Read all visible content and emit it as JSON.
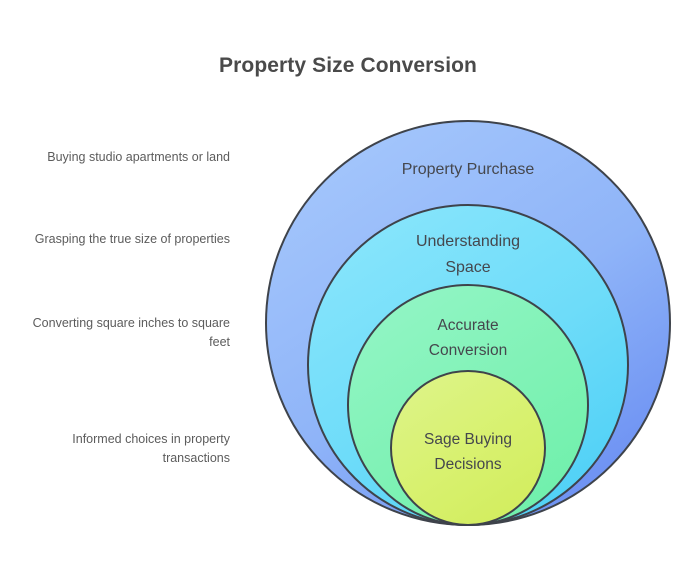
{
  "title": "Property Size Conversion",
  "theme": {
    "background": "#ffffff",
    "title_color": "#4a4a4a",
    "label_color": "#5c5c5c",
    "ring_label_color": "#45474d",
    "stroke_color": "#3e434b"
  },
  "side_labels": [
    {
      "text": "Buying studio apartments or land"
    },
    {
      "text": "Grasping the true size of properties"
    },
    {
      "text": "Converting square inches to square feet"
    },
    {
      "text": "Informed choices in property transactions"
    }
  ],
  "chart_data": {
    "type": "pie",
    "title": "Property Size Conversion",
    "legend_position": "left",
    "rings": [
      {
        "label": "Property Purchase",
        "level": 1,
        "radius": 202,
        "fill_top": "#9fc2fb",
        "fill_bottom": "#6c90f2",
        "annotation": "Buying studio apartments or land"
      },
      {
        "label": "Understanding Space",
        "level": 2,
        "radius": 160,
        "fill_top": "#85e3fb",
        "fill_bottom": "#51d2f6",
        "annotation": "Grasping the true size of properties"
      },
      {
        "label": "Accurate Conversion",
        "level": 3,
        "radius": 120,
        "fill_top": "#8df3c0",
        "fill_bottom": "#72f0ae",
        "annotation": "Converting square inches to square feet"
      },
      {
        "label": "Sage Buying Decisions",
        "level": 4,
        "radius": 77,
        "fill_top": "#dcf383",
        "fill_bottom": "#d4ee63",
        "annotation": "Informed choices in property transactions"
      }
    ]
  },
  "ring_text": {
    "r1_line1": "Property Purchase",
    "r2_line1": "Understanding",
    "r2_line2": "Space",
    "r3_line1": "Accurate",
    "r3_line2": "Conversion",
    "r4_line1": "Sage Buying",
    "r4_line2": "Decisions"
  }
}
